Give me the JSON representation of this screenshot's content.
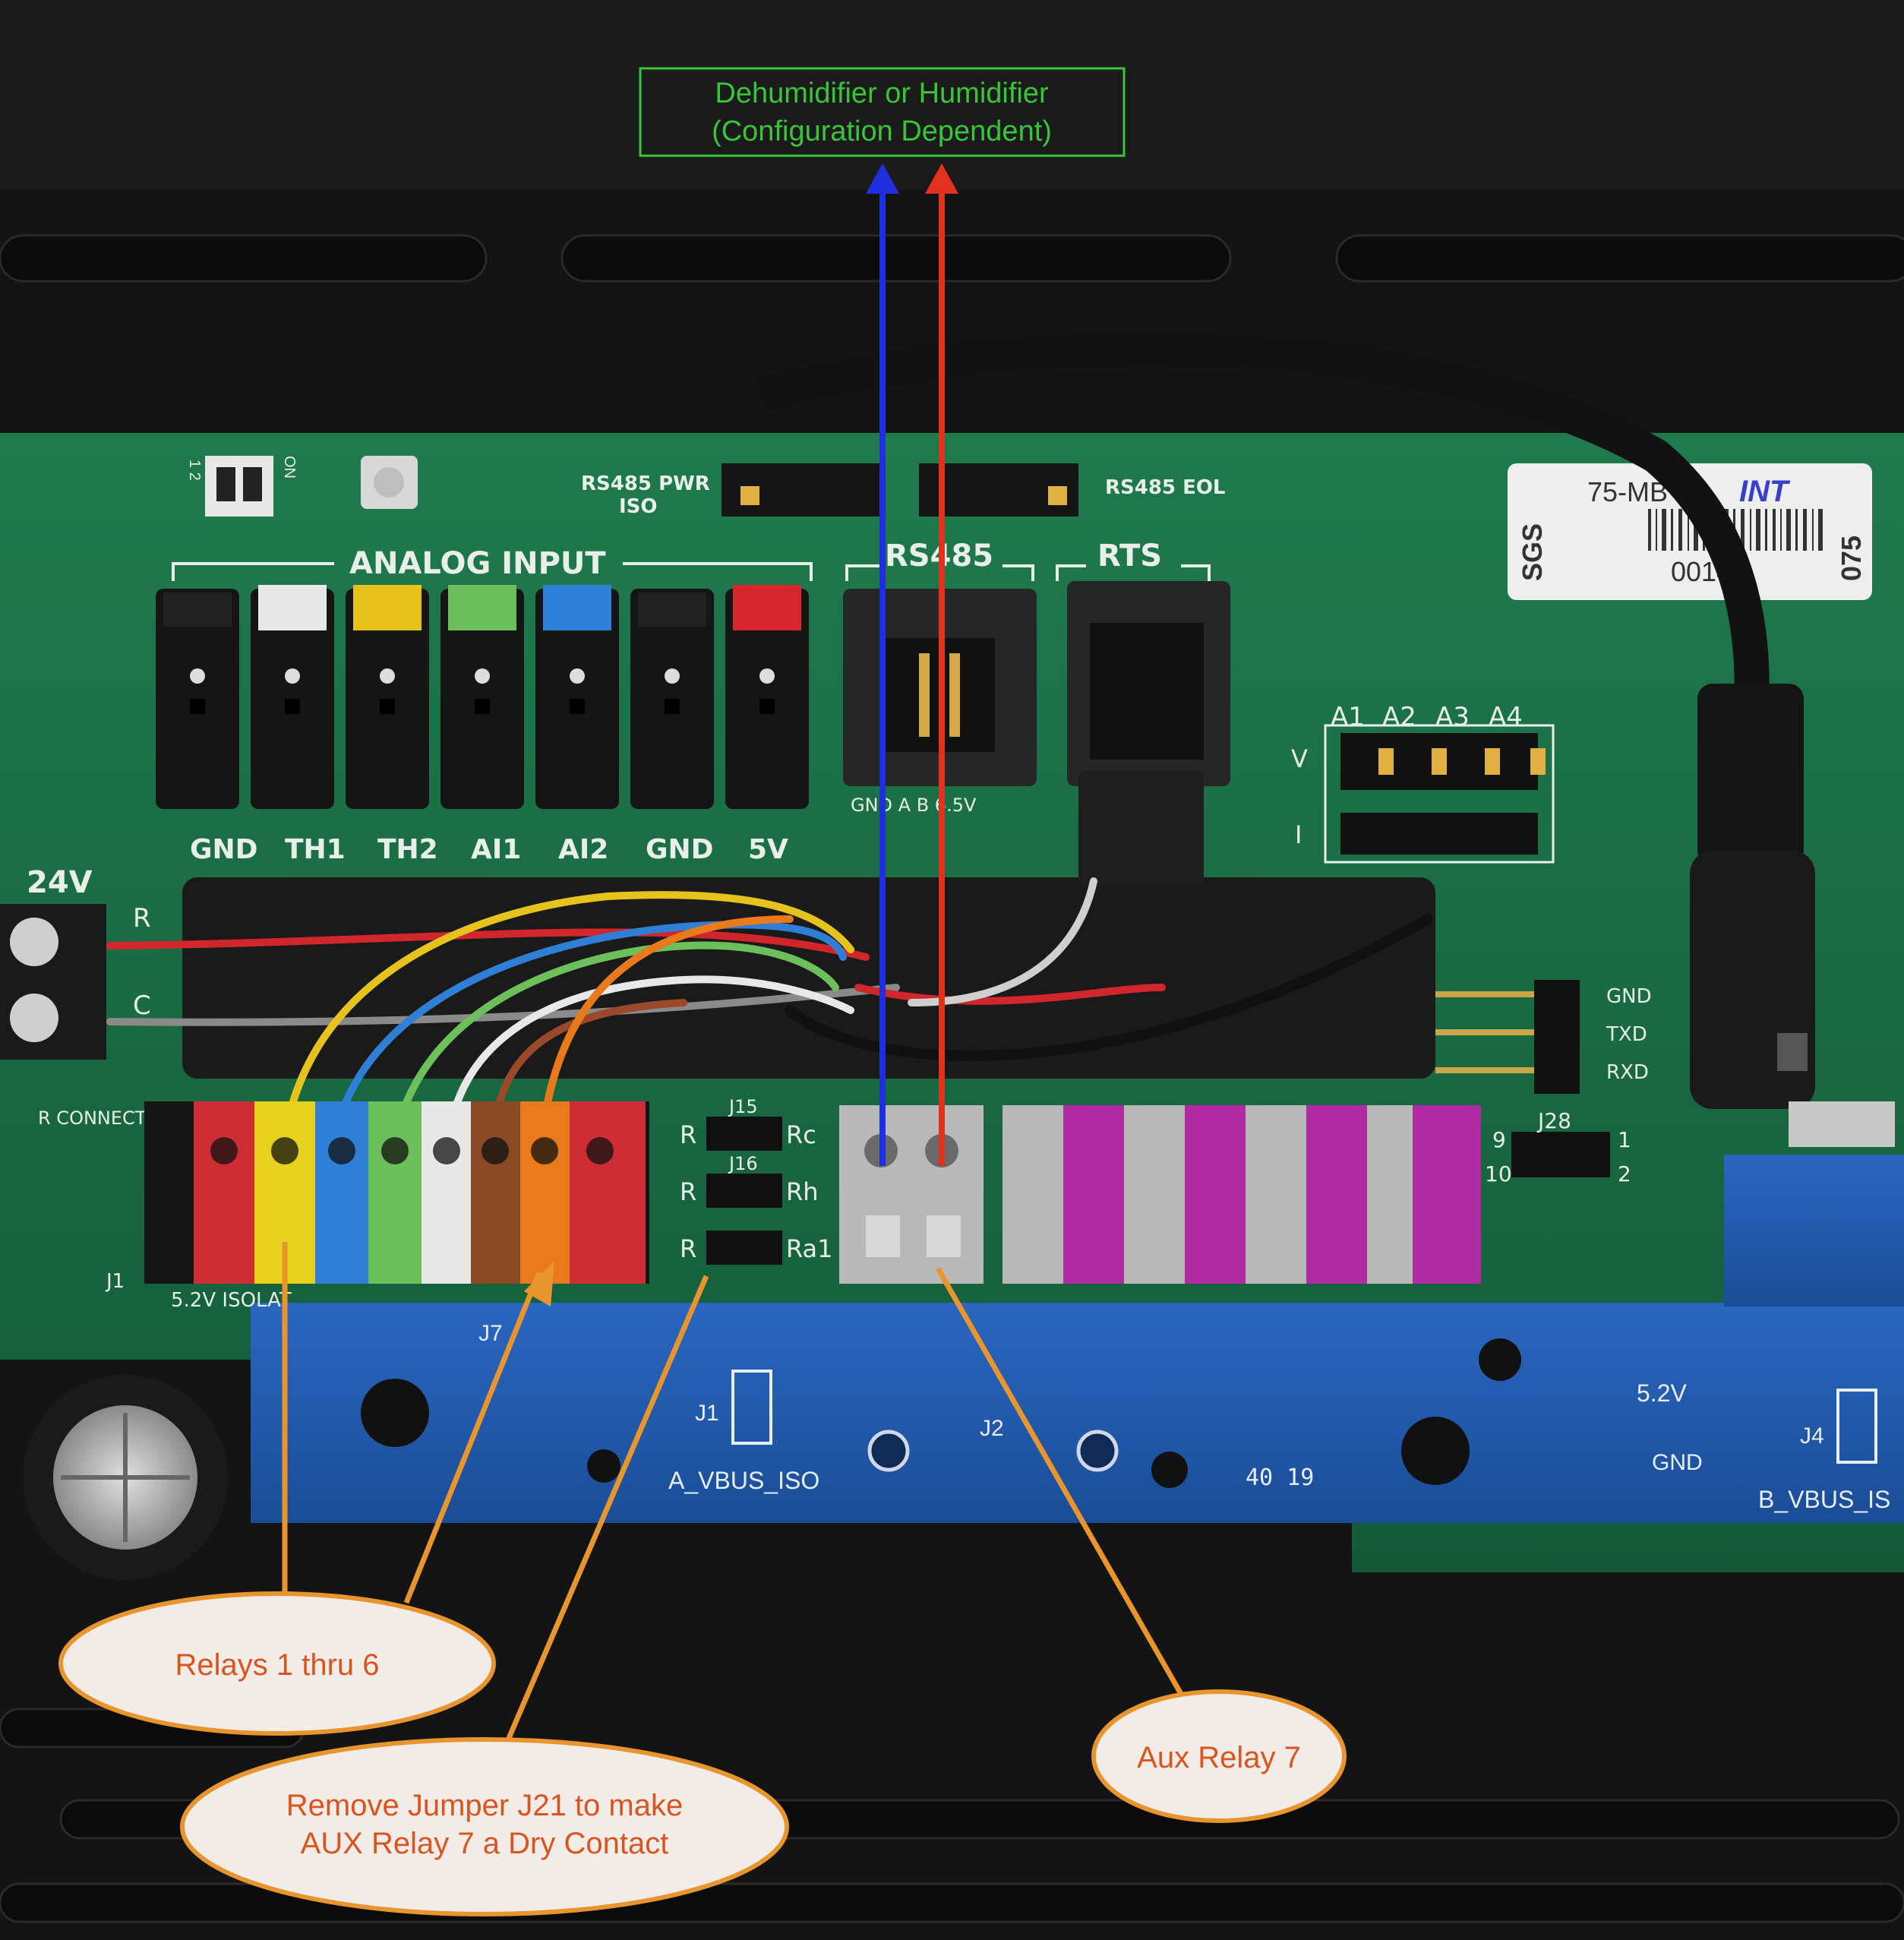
{
  "callouts": {
    "top_box": {
      "line1": "Dehumidifier or Humidifier",
      "line2": "(Configuration Dependent)"
    },
    "relays": "Relays 1 thru 6",
    "aux_relay": "Aux Relay 7",
    "jumper_note_line1": "Remove Jumper J21 to make",
    "jumper_note_line2": "AUX Relay 7 a Dry Contact"
  },
  "board_labels": {
    "analog_input": "ANALOG INPUT",
    "analog_pins": [
      "GND",
      "TH1",
      "TH2",
      "AI1",
      "AI2",
      "GND",
      "5V"
    ],
    "rs485": "RS485",
    "rts": "RTS",
    "rs485_pwr": "RS485 PWR",
    "iso": "ISO",
    "rs485_eol": "RS485 EOL",
    "rs485_pins": "GND A B 6.5V",
    "power_24v": "24V",
    "r": "R",
    "c": "C",
    "r_connect": "R CONNECT",
    "j15": "J15",
    "j16": "J16",
    "rc": "Rc",
    "rh": "Rh",
    "ra1": "Ra1",
    "j1_top": "J1",
    "isolat": "5.2V ISOLAT",
    "j7": "J7",
    "j1": "J1",
    "a_vbus_iso": "A_VBUS_ISO",
    "j2": "J2",
    "j4": "J4",
    "v52": "5.2V",
    "gnd_blue": "GND",
    "b_vbus_is": "B_VBUS_IS",
    "date_code": "40 19",
    "gnd_hdr": "GND",
    "txd": "TXD",
    "rxd": "RXD",
    "j28": "J28",
    "pin9": "9",
    "pin1": "1",
    "pin10": "10",
    "pin2": "2",
    "a1": "A1",
    "a2": "A2",
    "a3": "A3",
    "a4": "A4",
    "v": "V",
    "i": "I",
    "sticker_model": "75-MB",
    "sticker_int": "INT",
    "sticker_serial": "00143",
    "sticker_sgs": "SGS",
    "sticker_side": "075",
    "dip_on": "ON",
    "dip_12": "1 2"
  },
  "colors": {
    "callout_orange": "#e8952e",
    "callout_text": "#d9551f",
    "arrow_blue": "#1f2fe0",
    "arrow_red": "#e0321f",
    "green_box": "#39c43a",
    "pcb_green": "#1d6b45",
    "pcb_blue": "#1f56a8"
  }
}
